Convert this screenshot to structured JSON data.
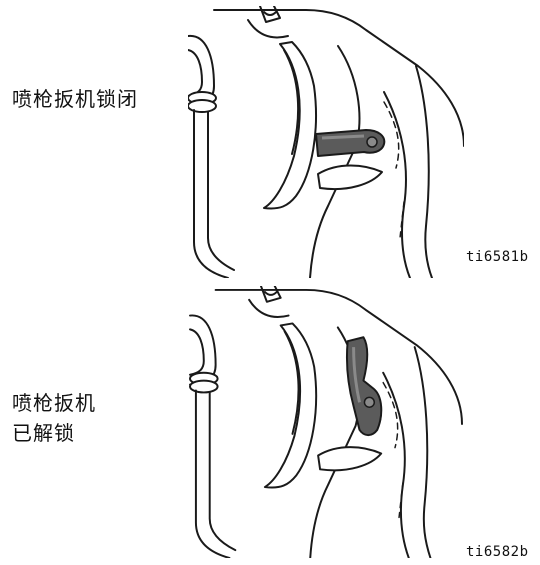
{
  "figures": [
    {
      "caption_lines": [
        "喷枪扳机锁闭"
      ],
      "reference_id": "ti6581b",
      "lock_state": "locked"
    },
    {
      "caption_lines": [
        "喷枪扳机",
        "已解锁"
      ],
      "reference_id": "ti6582b",
      "lock_state": "unlocked"
    }
  ],
  "colors": {
    "line": "#1a1a1a",
    "lock_dark": "#5b5b5b",
    "lock_light": "#8a8a8a"
  }
}
